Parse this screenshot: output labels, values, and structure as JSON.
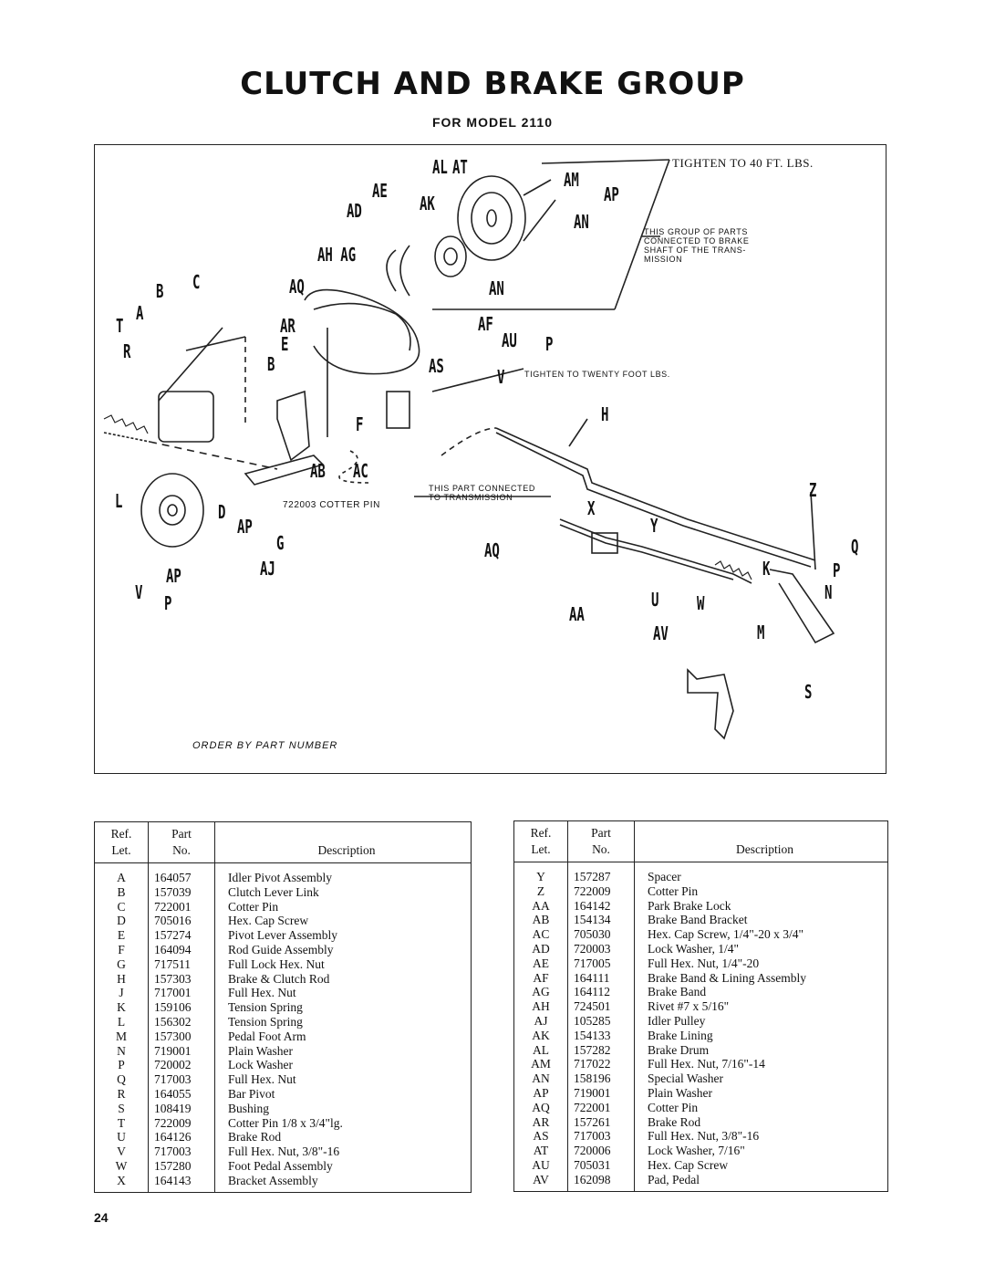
{
  "header": {
    "title": "CLUTCH AND BRAKE GROUP",
    "subtitle": "FOR MODEL 2110"
  },
  "diagram": {
    "callouts": [
      "AL",
      "AT",
      "AM",
      "AE",
      "AP",
      "AD",
      "AK",
      "AN",
      "AH AG",
      "AN",
      "AQ",
      "C",
      "B",
      "A",
      "T",
      "AR",
      "AF",
      "R",
      "E",
      "AU",
      "P",
      "B",
      "AS",
      "V",
      "H",
      "F",
      "AB",
      "AC",
      "Z",
      "L",
      "D",
      "X",
      "AP",
      "Y",
      "G",
      "AQ",
      "Q",
      "K",
      "P",
      "AP",
      "AJ",
      "N",
      "V",
      "P",
      "U",
      "W",
      "AA",
      "AV",
      "M",
      "S"
    ],
    "notes": {
      "tighten_40": "TIGHTEN TO 40 FT. LBS.",
      "brake_shaft": [
        "THIS GROUP OF PARTS",
        "CONNECTED TO BRAKE",
        "SHAFT OF THE TRANS-",
        "MISSION"
      ],
      "tighten_20": "TIGHTEN TO TWENTY FOOT LBS.",
      "transmission": [
        "THIS PART CONNECTED",
        "TO TRANSMISSION"
      ],
      "cotter_pin": "722003 COTTER PIN"
    },
    "order_note": "ORDER BY PART NUMBER"
  },
  "table_headers": {
    "ref": [
      "Ref.",
      "Let."
    ],
    "part": [
      "Part",
      "No."
    ],
    "desc": "Description"
  },
  "parts_left": [
    {
      "ref": "A",
      "no": "164057",
      "desc": "Idler Pivot Assembly"
    },
    {
      "ref": "B",
      "no": "157039",
      "desc": "Clutch Lever Link"
    },
    {
      "ref": "C",
      "no": "722001",
      "desc": "Cotter Pin"
    },
    {
      "ref": "D",
      "no": "705016",
      "desc": "Hex. Cap Screw"
    },
    {
      "ref": "E",
      "no": "157274",
      "desc": "Pivot Lever Assembly"
    },
    {
      "ref": "F",
      "no": "164094",
      "desc": "Rod Guide Assembly"
    },
    {
      "ref": "G",
      "no": "717511",
      "desc": "Full Lock Hex. Nut"
    },
    {
      "ref": "H",
      "no": "157303",
      "desc": "Brake & Clutch Rod"
    },
    {
      "ref": "J",
      "no": "717001",
      "desc": "Full Hex. Nut"
    },
    {
      "ref": "K",
      "no": "159106",
      "desc": "Tension Spring"
    },
    {
      "ref": "L",
      "no": "156302",
      "desc": "Tension Spring"
    },
    {
      "ref": "M",
      "no": "157300",
      "desc": "Pedal Foot Arm"
    },
    {
      "ref": "N",
      "no": "719001",
      "desc": "Plain Washer"
    },
    {
      "ref": "P",
      "no": "720002",
      "desc": "Lock Washer"
    },
    {
      "ref": "Q",
      "no": "717003",
      "desc": "Full Hex. Nut"
    },
    {
      "ref": "R",
      "no": "164055",
      "desc": "Bar Pivot"
    },
    {
      "ref": "S",
      "no": "108419",
      "desc": "Bushing"
    },
    {
      "ref": "T",
      "no": "722009",
      "desc": "Cotter Pin 1/8 x 3/4\"lg."
    },
    {
      "ref": "U",
      "no": "164126",
      "desc": "Brake Rod"
    },
    {
      "ref": "V",
      "no": "717003",
      "desc": "Full Hex. Nut, 3/8\"-16"
    },
    {
      "ref": "W",
      "no": "157280",
      "desc": "Foot Pedal Assembly"
    },
    {
      "ref": "X",
      "no": "164143",
      "desc": "Bracket Assembly"
    }
  ],
  "parts_right": [
    {
      "ref": "Y",
      "no": "157287",
      "desc": "Spacer"
    },
    {
      "ref": "Z",
      "no": "722009",
      "desc": "Cotter Pin"
    },
    {
      "ref": "AA",
      "no": "164142",
      "desc": "Park Brake Lock"
    },
    {
      "ref": "AB",
      "no": "154134",
      "desc": "Brake Band Bracket"
    },
    {
      "ref": "AC",
      "no": "705030",
      "desc": "Hex. Cap Screw, 1/4\"-20 x 3/4\""
    },
    {
      "ref": "AD",
      "no": "720003",
      "desc": "Lock Washer, 1/4\""
    },
    {
      "ref": "AE",
      "no": "717005",
      "desc": "Full Hex. Nut, 1/4\"-20"
    },
    {
      "ref": "AF",
      "no": "164111",
      "desc": "Brake Band & Lining Assembly"
    },
    {
      "ref": "AG",
      "no": "164112",
      "desc": "Brake Band"
    },
    {
      "ref": "AH",
      "no": "724501",
      "desc": "Rivet #7 x 5/16\""
    },
    {
      "ref": "AJ",
      "no": "105285",
      "desc": "Idler Pulley"
    },
    {
      "ref": "AK",
      "no": "154133",
      "desc": "Brake Lining"
    },
    {
      "ref": "AL",
      "no": "157282",
      "desc": "Brake Drum"
    },
    {
      "ref": "AM",
      "no": "717022",
      "desc": "Full Hex. Nut, 7/16\"-14"
    },
    {
      "ref": "AN",
      "no": "158196",
      "desc": "Special Washer"
    },
    {
      "ref": "AP",
      "no": "719001",
      "desc": "Plain Washer"
    },
    {
      "ref": "AQ",
      "no": "722001",
      "desc": "Cotter Pin"
    },
    {
      "ref": "AR",
      "no": "157261",
      "desc": "Brake Rod"
    },
    {
      "ref": "AS",
      "no": "717003",
      "desc": "Full Hex. Nut, 3/8\"-16"
    },
    {
      "ref": "AT",
      "no": "720006",
      "desc": "Lock Washer, 7/16\""
    },
    {
      "ref": "AU",
      "no": "705031",
      "desc": "Hex. Cap Screw"
    },
    {
      "ref": "AV",
      "no": "162098",
      "desc": "Pad, Pedal"
    }
  ],
  "footer": {
    "page_number": "24"
  }
}
